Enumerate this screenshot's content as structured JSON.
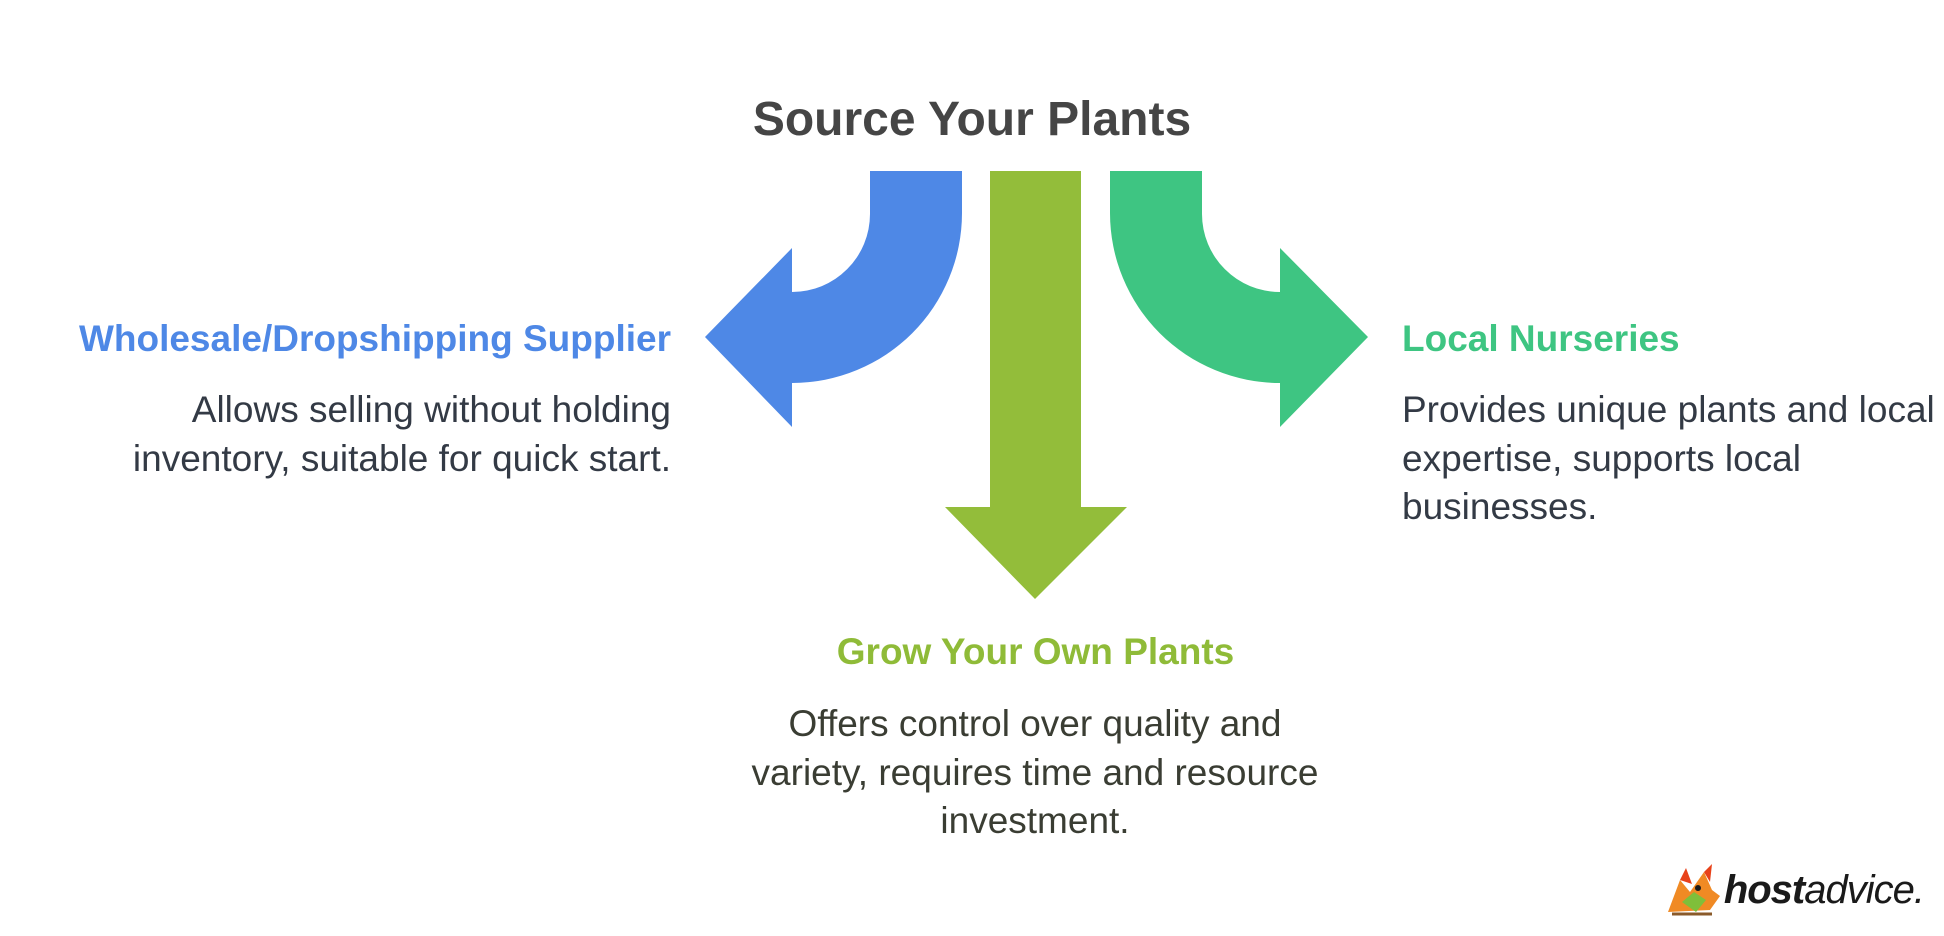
{
  "title": "Source Your Plants",
  "colors": {
    "blue": "#4e88e6",
    "green_olive": "#93bd3a",
    "green_mint": "#3ec582"
  },
  "options": [
    {
      "heading": "Wholesale/Dropshipping Supplier",
      "description": "Allows selling without holding inventory, suitable for quick start."
    },
    {
      "heading": "Grow Your Own Plants",
      "description": "Offers control over quality and variety, requires time and resource investment."
    },
    {
      "heading": "Local Nurseries",
      "description": "Provides unique plants and local expertise, supports local businesses."
    }
  ],
  "logo": {
    "bold": "host",
    "light": "advice."
  }
}
